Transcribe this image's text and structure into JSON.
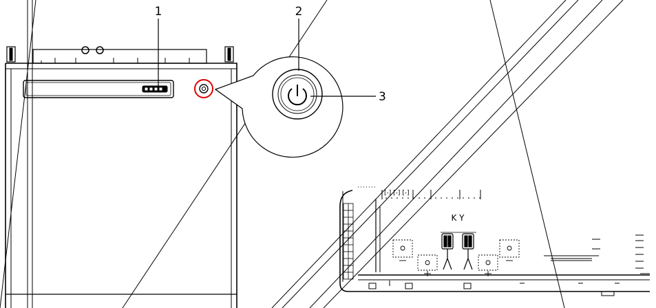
{
  "callouts": [
    {
      "id": "1",
      "label": "1"
    },
    {
      "id": "2",
      "label": "2"
    },
    {
      "id": "3",
      "label": "3"
    }
  ],
  "panel_text": {
    "top_row": "[-]  [-]  [-]",
    "center_label": "K  Y"
  },
  "colors": {
    "line": "#000000",
    "highlight": "#e00000",
    "background": "#ffffff"
  }
}
